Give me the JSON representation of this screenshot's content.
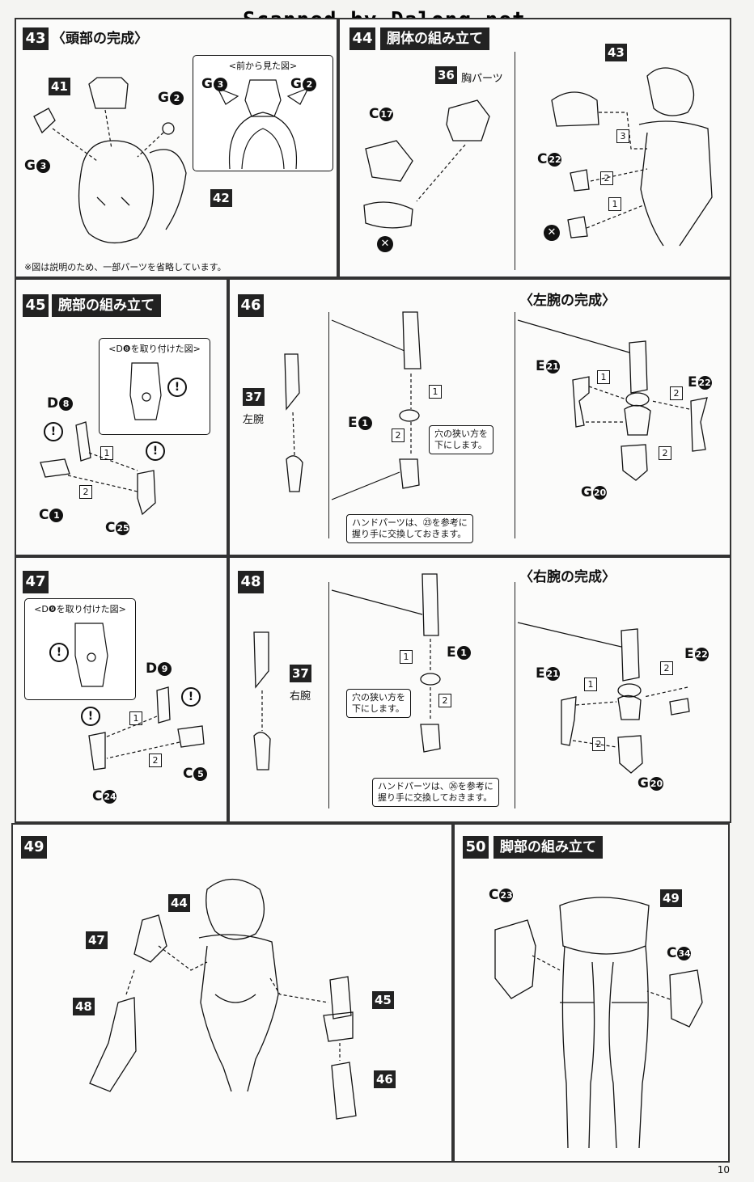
{
  "watermark": "Scanned by Dalong.net",
  "page_number": "10",
  "s43": {
    "step": "43",
    "title": "〈頭部の完成〉",
    "inset_title": "<前から見た図>",
    "footnote": "※図は説明のため、一部パーツを省略しています。",
    "p41": "41",
    "p42": "42",
    "g": "G",
    "g2": "2",
    "g3": "3"
  },
  "s44": {
    "step": "44",
    "title": "胴体の組み立て",
    "p36": "36",
    "p36_label": "胸パーツ",
    "p43": "43",
    "c": "C",
    "c17": "17",
    "c22": "22",
    "n1": "1",
    "n2": "2",
    "n3": "3",
    "x": "✕"
  },
  "s45": {
    "step": "45",
    "title": "腕部の組み立て",
    "inset_title": "<D❽を取り付けた図>",
    "d": "D",
    "d8": "8",
    "c": "C",
    "c1": "1",
    "c25": "25",
    "n1": "1",
    "n2": "2",
    "excl": "!"
  },
  "s46": {
    "step": "46",
    "p37": "37",
    "p37_label": "左腕",
    "e": "E",
    "e1": "1",
    "n1": "1",
    "n2": "2",
    "note_hole": "穴の狭い方を\n下にします。",
    "note_hand": "ハンドパーツは、㉓を参考に\n握り手に交換しておきます。",
    "left_title": "〈左腕の完成〉",
    "e21": "21",
    "e22": "22",
    "g": "G",
    "g20": "20"
  },
  "s47": {
    "step": "47",
    "inset_title": "<D❾を取り付けた図>",
    "d": "D",
    "d9": "9",
    "c": "C",
    "c5": "5",
    "c24": "24",
    "n1": "1",
    "n2": "2",
    "excl": "!"
  },
  "s48": {
    "step": "48",
    "p37": "37",
    "p37_label": "右腕",
    "e": "E",
    "e1": "1",
    "n1": "1",
    "n2": "2",
    "note_hole": "穴の狭い方を\n下にします。",
    "note_hand": "ハンドパーツは、㉖を参考に\n握り手に交換しておきます。",
    "right_title": "〈右腕の完成〉",
    "e21": "21",
    "e22": "22",
    "g": "G",
    "g20": "20"
  },
  "s49": {
    "step": "49",
    "p44": "44",
    "p45": "45",
    "p46": "46",
    "p47": "47",
    "p48": "48"
  },
  "s50": {
    "step": "50",
    "title": "脚部の組み立て",
    "c": "C",
    "c23": "23",
    "c34": "34",
    "p49": "49"
  },
  "colors": {
    "ink": "#111111",
    "paper": "#fbfbfa"
  }
}
